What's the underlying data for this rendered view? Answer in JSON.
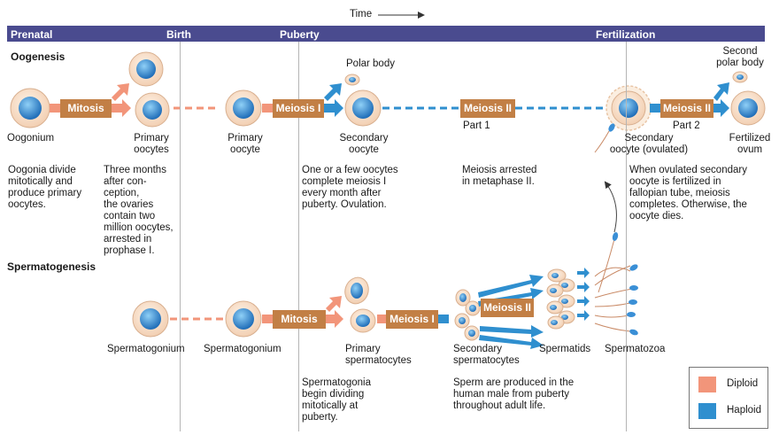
{
  "time_label": "Time",
  "timeline": {
    "prenatal": "Prenatal",
    "birth": "Birth",
    "puberty": "Puberty",
    "fertilization": "Fertilization"
  },
  "sections": {
    "oogenesis": "Oogenesis",
    "spermatogenesis": "Spermatogenesis"
  },
  "processes": {
    "mitosis": "Mitosis",
    "meiosis_i": "Meiosis I",
    "meiosis_ii": "Meiosis II"
  },
  "oogenesis": {
    "oogonium": "Oogonium",
    "primary_oocytes": "Primary\noocytes",
    "primary_oocyte": "Primary\noocyte",
    "polar_body": "Polar body",
    "secondary_oocyte": "Secondary\noocyte",
    "part1": "Part 1",
    "secondary_oocyte_ovulated": "Secondary\noocyte (ovulated)",
    "part2": "Part 2",
    "second_polar_body": "Second\npolar body",
    "fertilized_ovum": "Fertilized\novum",
    "desc_oogonia": "Oogonia divide\nmitotically and\nproduce primary\noocytes.",
    "desc_three_months": "Three months\nafter con-\nception,\nthe ovaries\ncontain two\nmillion oocytes,\narrested in\nprophase I.",
    "desc_puberty": "One or a few oocytes\ncomplete meiosis I\nevery month after\npuberty. Ovulation.",
    "desc_arrested": "Meiosis arrested\nin metaphase II.",
    "desc_fertilized": "When ovulated secondary\noocyte is fertilized in\nfallopian tube, meiosis\ncompletes. Otherwise, the\noocyte dies."
  },
  "spermatogenesis": {
    "spermatogonium": "Spermatogonium",
    "primary_spermatocytes": "Primary\nspermatocytes",
    "secondary_spermatocytes": "Secondary\nspermatocytes",
    "spermatids": "Spermatids",
    "spermatozoa": "Spermatozoa",
    "desc_begin": "Spermatogonia\nbegin dividing\nmitotically at\npuberty.",
    "desc_produced": "Sperm are produced in the\nhuman male from puberty\nthroughout adult life."
  },
  "legend": {
    "diploid": "Diploid",
    "haploid": "Haploid"
  },
  "colors": {
    "diploid": "#f2957a",
    "haploid": "#2f8fcf",
    "process_box": "#c27f45",
    "header": "#4a4b8f",
    "cell_fill": "#f8e2cf",
    "nucleus": "#3a8fd6"
  }
}
